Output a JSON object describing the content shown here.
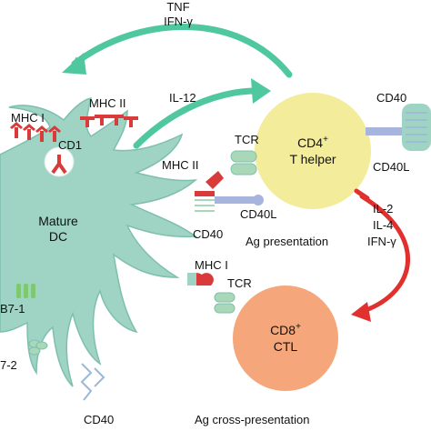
{
  "colors": {
    "dc_fill": "#9fd3c3",
    "dc_stroke": "#7fbfae",
    "cd4_fill": "#f3ec9b",
    "cd8_fill": "#f5a67a",
    "green_arrow": "#4fc8a0",
    "red_arrow": "#e0312f",
    "receptor_red": "#d93a3a",
    "receptor_green": "#a9d8b8",
    "cd40_blue": "#a7b4dd"
  },
  "labels": {
    "tnf": "TNF",
    "ifn_gamma_top": "IFN-γ",
    "il12": "IL-12",
    "mhc1_dc": "MHC I",
    "mhc2_dc": "MHC II",
    "cd1": "CD1",
    "dc_line1": "Mature",
    "dc_line2": "DC",
    "b7_1": "B7-1",
    "b7_2": "7-2",
    "cd40_bottom": "CD40",
    "tcr_top": "TCR",
    "mhc2_mid": "MHC II",
    "cd40_mid": "CD40",
    "cd40l_mid": "CD40L",
    "ag_presentation": "Ag presentation",
    "cd4_line1": "CD4",
    "cd4_sup": "+",
    "cd4_line2": "T helper",
    "cd40_right": "CD40",
    "cd40l_right": "CD40L",
    "il2": "IL-2",
    "il4": "IL-4",
    "ifn_gamma_right": "IFN-γ",
    "mhc1_mid": "MHC I",
    "tcr_bottom": "TCR",
    "cd8_line1": "CD8",
    "cd8_sup": "+",
    "cd8_line2": "CTL",
    "ag_cross": "Ag cross-presentation"
  }
}
